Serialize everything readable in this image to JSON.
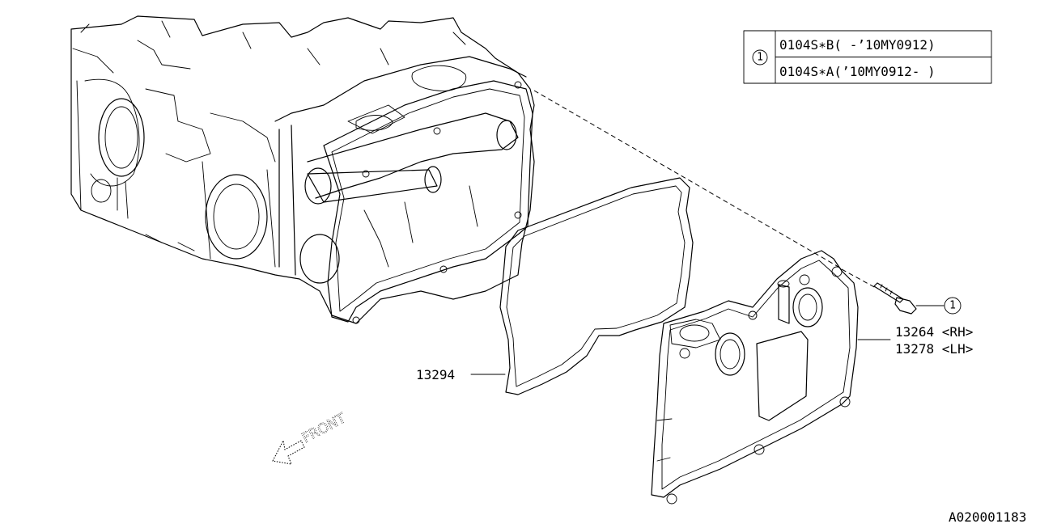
{
  "table": {
    "callout": "1",
    "rows": [
      "0104S∗B( -’10MY0912)",
      "0104S∗A(’10MY0912- )"
    ]
  },
  "labels": {
    "bolt_callout": "1",
    "cover_rh": "13264 <RH>",
    "cover_lh": "13278 <LH>",
    "gasket": "13294",
    "front": "FRONT",
    "drawing_id": "A020001183"
  }
}
